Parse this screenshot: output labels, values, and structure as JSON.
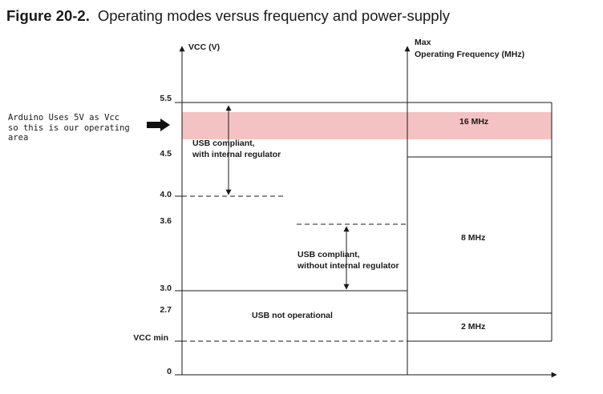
{
  "figure": {
    "number": "Figure 20-2.",
    "caption": "Operating modes versus frequency and power-supply"
  },
  "annotation": {
    "text": "Arduino Uses 5V as Vcc\nso this is our operating\narea",
    "highlight_color": "#f4c2c2"
  },
  "axes": {
    "left_label": "VCC (V)",
    "right_label_line1": "Max",
    "right_label_line2": "Operating Frequency (MHz)"
  },
  "ticks": [
    "5.5",
    "4.5",
    "4.0",
    "3.6",
    "3.0",
    "2.7",
    "VCC min",
    "0"
  ],
  "regions": {
    "usb_internal_line1": "USB compliant,",
    "usb_internal_line2": "with internal regulator",
    "usb_no_internal_line1": "USB compliant,",
    "usb_no_internal_line2": "without internal regulator",
    "usb_not_operational": "USB not operational"
  },
  "frequencies": [
    "16 MHz",
    "8 MHz",
    "2 MHz"
  ]
}
